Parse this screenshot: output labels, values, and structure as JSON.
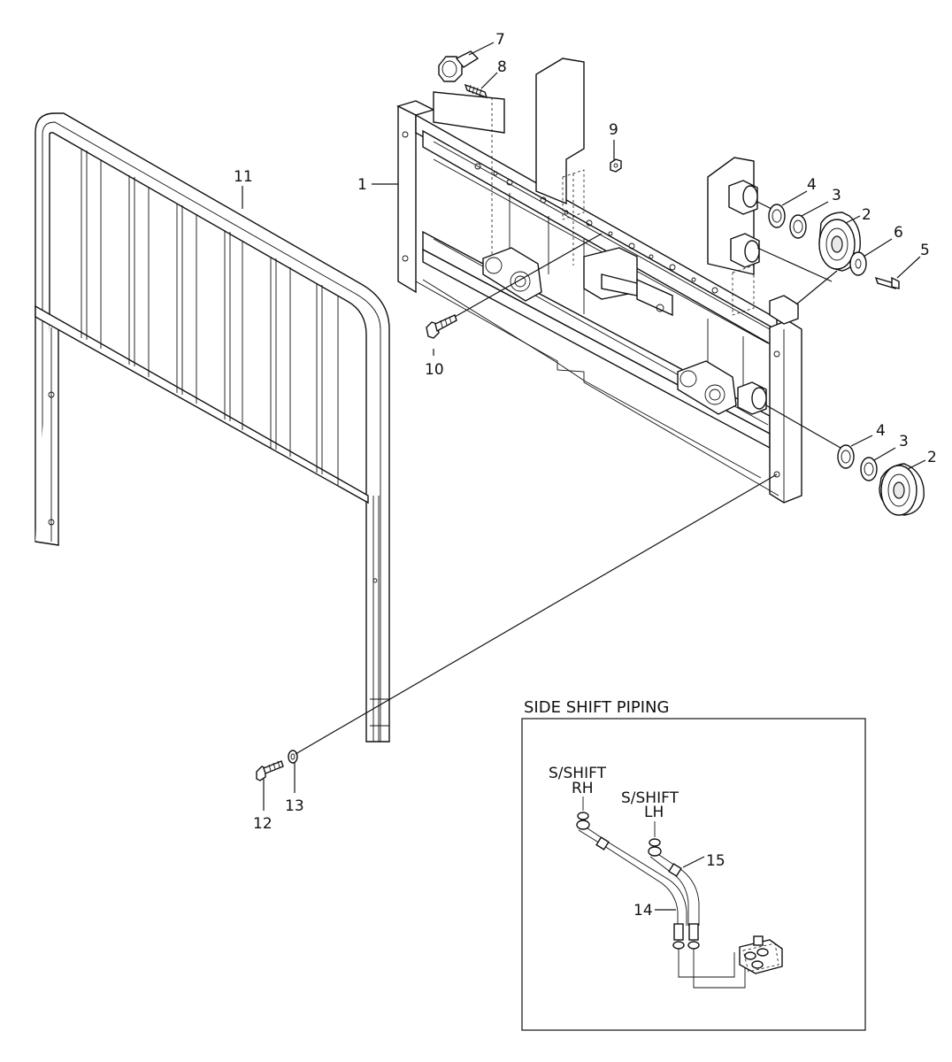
{
  "callouts": {
    "c1": "1",
    "c2a": "2",
    "c2b": "2",
    "c3a": "3",
    "c3b": "3",
    "c4a": "4",
    "c4b": "4",
    "c5": "5",
    "c6": "6",
    "c7": "7",
    "c8": "8",
    "c9": "9",
    "c10": "10",
    "c11": "11",
    "c12": "12",
    "c13": "13",
    "c14": "14",
    "c15": "15"
  },
  "inset": {
    "title": "SIDE SHIFT PIPING",
    "rh_line1": "S/SHIFT",
    "rh_line2": "RH",
    "lh_line1": "S/SHIFT",
    "lh_line2": "LH"
  }
}
